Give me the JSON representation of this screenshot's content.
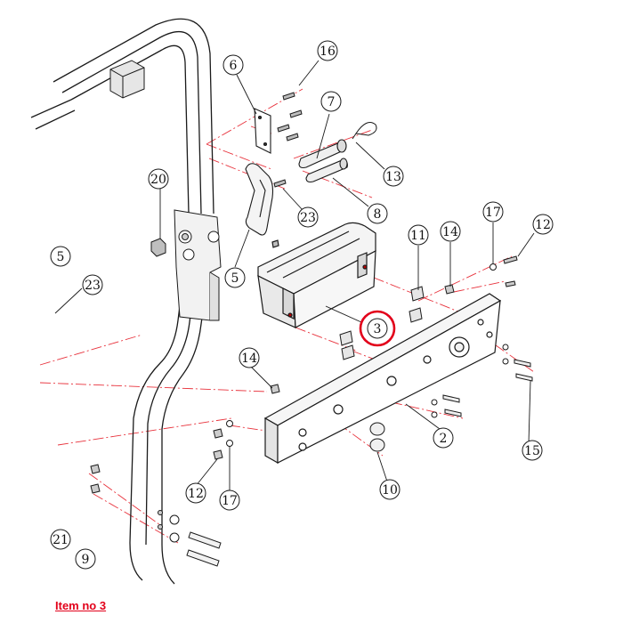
{
  "caption": "Item no 3",
  "highlighted_item": "3",
  "colors": {
    "line": "#1a1a1a",
    "centerline": "#e8323c",
    "highlight": "#e2001a",
    "caption": "#e2001a",
    "part_fill": "#f2f2f2",
    "part_shade": "#d9d9d9"
  },
  "callouts": [
    {
      "label": "16"
    },
    {
      "label": "6"
    },
    {
      "label": "7"
    },
    {
      "label": "13"
    },
    {
      "label": "8"
    },
    {
      "label": "20"
    },
    {
      "label": "23"
    },
    {
      "label": "5"
    },
    {
      "label": "5"
    },
    {
      "label": "23"
    },
    {
      "label": "11"
    },
    {
      "label": "14"
    },
    {
      "label": "17"
    },
    {
      "label": "12"
    },
    {
      "label": "3"
    },
    {
      "label": "14"
    },
    {
      "label": "2"
    },
    {
      "label": "15"
    },
    {
      "label": "10"
    },
    {
      "label": "12"
    },
    {
      "label": "17"
    },
    {
      "label": "9"
    },
    {
      "label": "21"
    }
  ]
}
